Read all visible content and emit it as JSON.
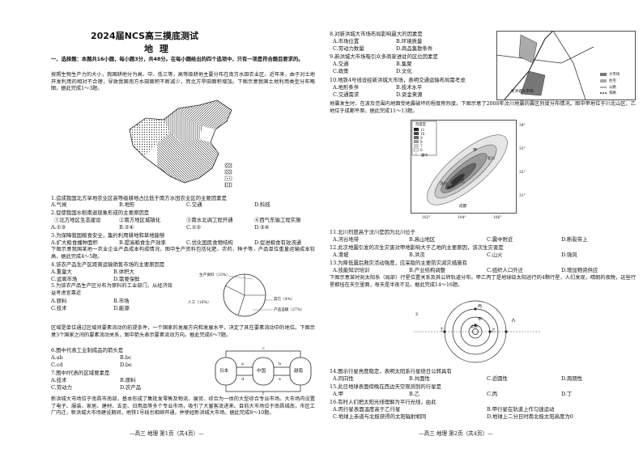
{
  "left": {
    "header_title": "2024届NCS高三摸底测试",
    "subject": "地  理",
    "section1": "一、选择题：本题共16小题，每小题3分，共48分。在每小题给出的四个选项中，只有一项是符合题目要求的。",
    "passage1": "按照生物生产力的大小，我国耕地分为高、中、低三等，高等级耕地主要分布在南方水田农业区。近年来，由于对土地开发利用的相对不合理，导致我国南方水田面积不断减少，而北方旱田面积增加。下图示意我国土地利用类型分布略图，据此完成1～3题。",
    "q1": "1.造成我国北方旱地农业区高等级耕地占比低于南方水田农业区的主要因素是",
    "q1_opts": [
      "A.气候",
      "B.地形",
      "C.交通",
      "D.科技"
    ],
    "q2": "2.促使我国水稻南退现象形成的主要原因是",
    "q2_items": [
      "①北方地区生态建设",
      "②南方地区城镇化",
      "③南水北调工程开通",
      "④西气东输工程实施"
    ],
    "q2_opts": [
      "A.①③",
      "B.②④",
      "C.①②",
      "D.③④"
    ],
    "q3": "3.为保障我国粮食安全，集约利用耕地和草地能够",
    "q3_opts": [
      "A.扩大粮食播种面积",
      "B.提高粮食生产效率",
      "C.优化国民食物结构",
      "D.促进粮食有效流通"
    ],
    "passage2": "下图示意我国某地一农业企业产品成本构成情况。图中生产资料包括化肥、农药、种子等，产品单位重量运输成本较高，据此完成4～5题。",
    "q4": "4.该农产品生产区距离运输销售市场的主要原因是",
    "q4_opts": [
      "A.重量大",
      "B.体积大",
      "C.运离市场",
      "D.需要保鲜"
    ],
    "q5": "5.为该农产品生产区分布为原料的工业部门，从经济效益考虑宜靠近",
    "q5_opts": [
      "A.原料",
      "B.市场",
      "C.技术",
      "D.能源"
    ],
    "pie_labels": [
      "生产资料（33%）",
      "其它（4%）",
      "人工（16%）",
      "产品运输（27%）"
    ],
    "passage3": "区域是单位通过区域间要素流动的前提条件，一个国家的发展方向和发展水平，决定了其在要素流动中的地位。下图示意3个国家之间的要素流动关系，图中箭头表示要素流动方向。据此完成6～7题。",
    "q6": "6.图中代表工业制成品的箭头是",
    "q6_opts": [
      "A.ab",
      "B.bc",
      "C.cd",
      "D.be"
    ],
    "q7": "7.图中f代表的区域要素是",
    "q7_opts": [
      "A.技术",
      "B.原料",
      "C.劳动力",
      "D.农产品"
    ],
    "flow_nodes": [
      "日本",
      "中国",
      "越南"
    ],
    "flow_letters": [
      "a",
      "b",
      "c",
      "d",
      "e",
      "f"
    ],
    "passage4": "新洪城大市场位于南昌市南部，基本形成了集批发零售及物流、展贸、综合为一体的大型综合专业市场。大市场内设置了电子、服装、家居、建材、五金、日用品等多个专业市场，吸引了大量客流进来。目前大市场位于南昌城南，市区工厂内迁，新洪城大市场建设期间，地铁1号线也相继开通，并使经新洪城大市场。据此完成8～10题。",
    "footer": "—高三 地理 第1页（共4页）—"
  },
  "right": {
    "q8": "8.对新洪城大市场布局影响最大的因素是",
    "q8_opts": [
      "A.市场位置",
      "B.环境质量",
      "C.劳动力数量",
      "D.商品集散条件"
    ],
    "q9": "9.新洪城大市场吸引众多商家进驻的区位因素是",
    "q9_opts": [
      "A.交通",
      "B.集聚",
      "C.政策",
      "D.文化"
    ],
    "q10": "10.地铁4号线设经新洪城大市场，表明交通运输布局需考虑",
    "q10_opts": [
      "A.地形条件",
      "B.技术水平",
      "C.交通需求",
      "D.资金来源"
    ],
    "map_legend": [
      "大市场",
      "住宅",
      "公路",
      "铁路"
    ],
    "map_label": "新洪城大市场",
    "passage5": "地震发生时，在波及范围内地面受地震破坏的程度称烈度。下图示意了2008年汶川地震的震区烈度分布情况。图中甲地位于川北山区，乙地位于成都平原。据此完成11～13题。",
    "intensity_legend_title": "烈度区",
    "intensity_levels": [
      "11",
      "10",
      "9",
      "8",
      "7",
      "6"
    ],
    "quake_labels": [
      "甲",
      "乙",
      "汶川",
      "成都",
      "北川"
    ],
    "lat_labels": [
      "34°",
      "33°",
      "32°",
      "31°"
    ],
    "lon_labels": [
      "102°",
      "104°",
      "106°"
    ],
    "epicenter_label": "震中",
    "q11": "11.北川烈度高于汶川是因为北川位于",
    "q11_opts": [
      "A.河谷地带",
      "B.高山地区",
      "C.震中附近",
      "D.断裂带上"
    ],
    "q12": "12.此次地震引发的次生灾害对甲地影响大于乙地的主要原因，该次生灾害是",
    "q12_opts": [
      "A.滑坡",
      "B.洪涝",
      "C.山火",
      "D.强风"
    ],
    "q13": "13.为降低震后救灾活动强度，应采取的主要防灾减灾措施有",
    "q13_opts": [
      "A.技能知识培训",
      "B.产业结构调整",
      "C.组织人口外迁",
      "D.增加物资供应"
    ],
    "passage6": "下图示意某时刻太阳系（局部）行星位置关系及其公转轨道分布。甲乙丙丁是地球绕太阳运行的4颗行星，人们发现，晴朗的夜晚，这些行星都挂在天空里面，每天是半夜不见。据此完成14～16题。",
    "orbit_labels": [
      "甲",
      "乙",
      "丙",
      "丁",
      "太阳",
      "Z"
    ],
    "q14": "14.图示行星亮度稳定，表明太阳系行星绕日公转具有",
    "q14_opts": [
      "A.同向性",
      "B.共面性",
      "C.近圆性",
      "D.周期性"
    ],
    "q15": "15.此日地球表面傍晚在西边天空观测到的行星是",
    "q15_opts": [
      "A.甲",
      "B.乙",
      "C.丙",
      "D.丁"
    ],
    "q16": "16.有时人们把太阳光线理解为平行光线，由此",
    "q16_opts": [
      "A.丙行星表面温度高于乙行星",
      "B.甲行星在轨道上作匀速运动",
      "C.地球上赤道与北极获得的太阳辐射相同",
      "D.地球上二分日时南北极太阳高度为0"
    ],
    "footer": "—高三 地理 第2页（共4页）—"
  }
}
